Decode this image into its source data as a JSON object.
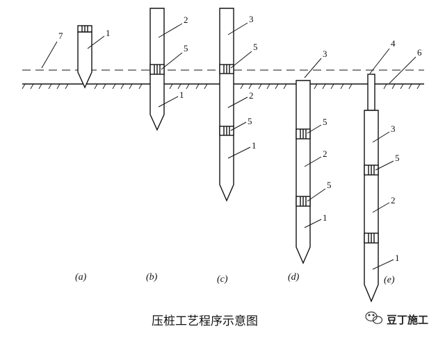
{
  "diagram": {
    "caption": "压桩工艺程序示意图",
    "steps": [
      "(a)",
      "(b)",
      "(c)",
      "(d)",
      "(e)"
    ],
    "labels": {
      "a": [
        "7",
        "1"
      ],
      "b": [
        "2",
        "5",
        "1"
      ],
      "c": [
        "3",
        "5",
        "2",
        "5",
        "1"
      ],
      "d": [
        "3",
        "5",
        "2",
        "5",
        "1"
      ],
      "e": [
        "4",
        "6",
        "3",
        "5",
        "2",
        "1"
      ]
    }
  },
  "watermark": {
    "text": "豆丁施工",
    "icon": "wechat-icon"
  }
}
